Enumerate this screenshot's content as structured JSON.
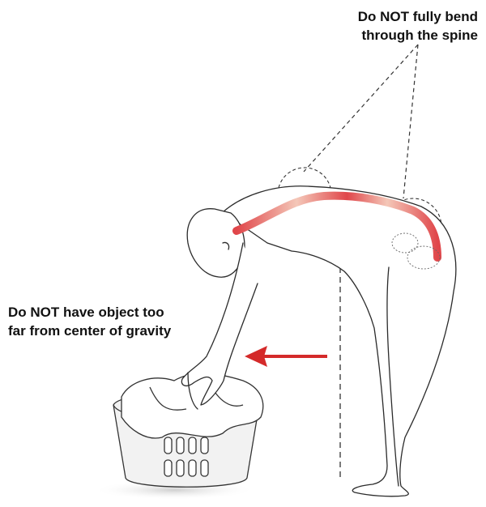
{
  "annotations": {
    "spine_warning": [
      "Do NOT fully bend",
      "through the spine"
    ],
    "gravity_warning": [
      "Do NOT have object too",
      "far from center of gravity"
    ]
  },
  "colors": {
    "spine_highlight": "#e0464a",
    "spine_highlight_light": "#f4c7b8",
    "arrow": "#d42a2a",
    "outline": "#2b2b2b",
    "guide_line": "#333333",
    "basket": "#f2f2f2"
  },
  "icons": {
    "arrow": "left-arrow-icon",
    "basket": "laundry-basket-icon",
    "figure": "bending-person-figure"
  }
}
